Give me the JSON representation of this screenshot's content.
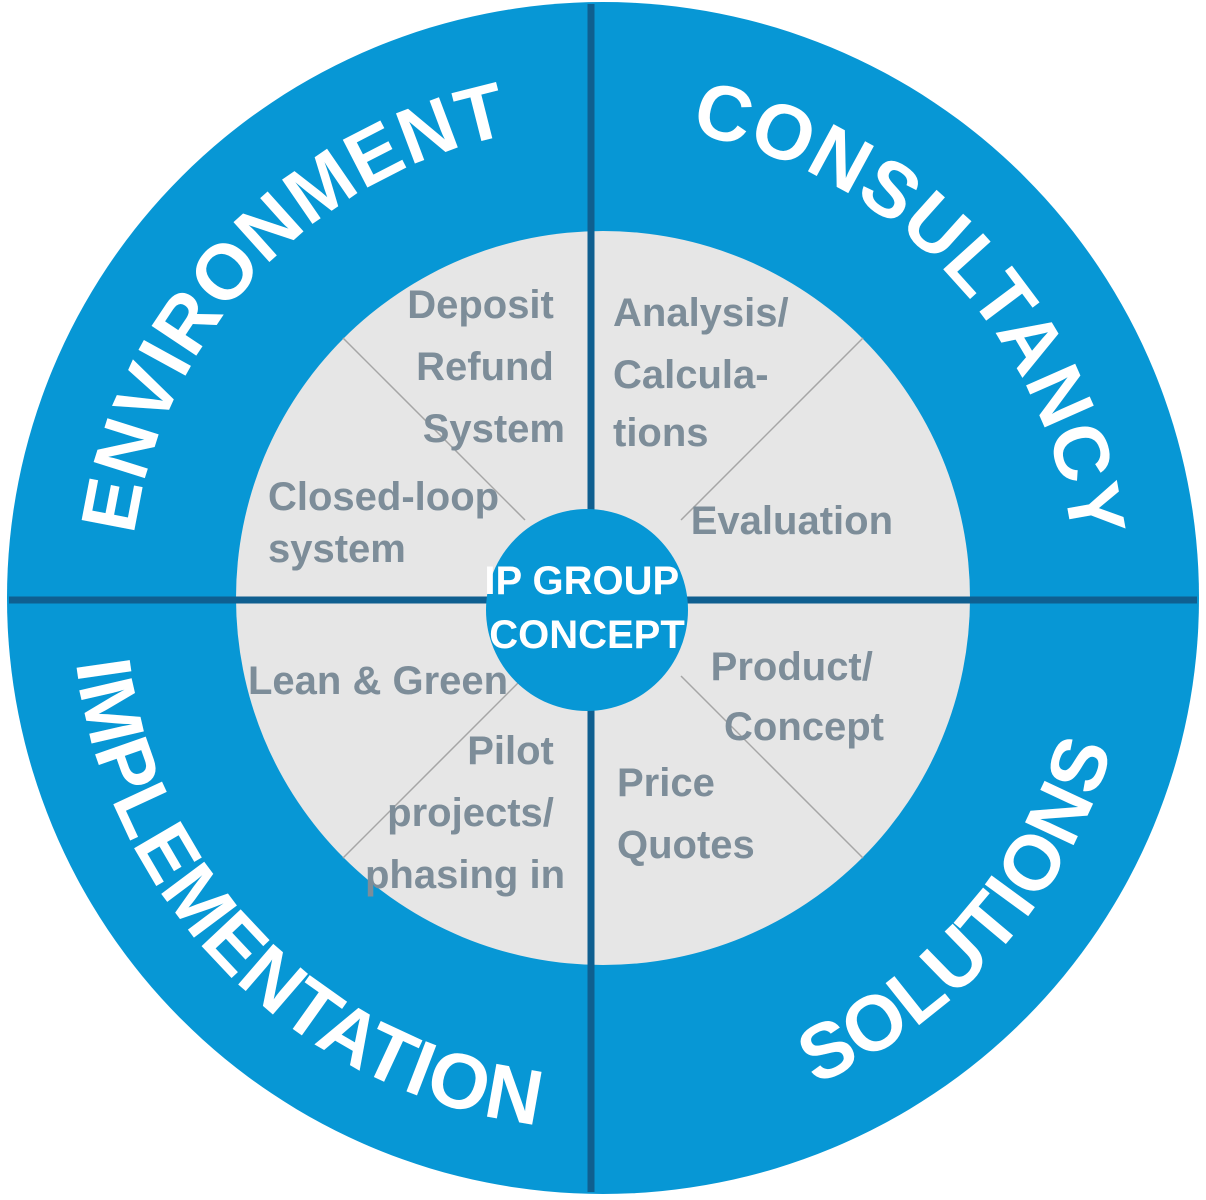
{
  "colors": {
    "ring": "#0797d5",
    "divider": "#0f5f90",
    "inner_fill": "#e6e6e6",
    "inner_text": "#7d8d99",
    "thin_line": "#a6a6a6",
    "label_text": "#ffffff"
  },
  "outer_labels": {
    "environment": "ENVIRONMENT",
    "consultancy": "CONSULTANCY",
    "implementation": "IMPLEMENTATION",
    "solutions": "SOLUTIONS"
  },
  "center": {
    "line1": "IP GROUP",
    "line2": "CONCEPT"
  },
  "segments": {
    "deposit_refund": [
      "Deposit",
      "Refund",
      "System"
    ],
    "closed_loop": [
      "Closed-loop",
      "system"
    ],
    "analysis": [
      "Analysis/",
      "Calcula-",
      "tions"
    ],
    "evaluation": [
      "Evaluation"
    ],
    "lean_green": [
      "Lean & Green"
    ],
    "pilot": [
      "Pilot",
      "projects/",
      "phasing in"
    ],
    "product": [
      "Product/",
      "Concept"
    ],
    "price": [
      "Price",
      "Quotes"
    ]
  }
}
